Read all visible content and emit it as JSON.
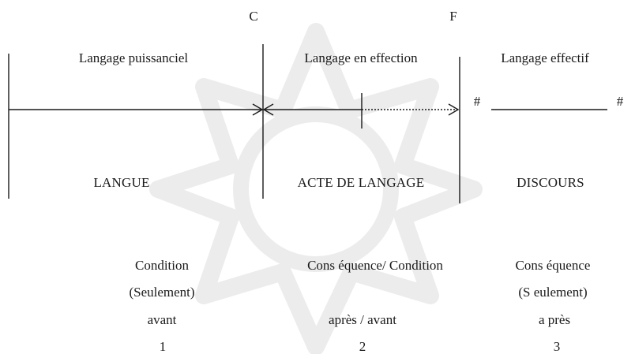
{
  "markers": {
    "c": "C",
    "f": "F"
  },
  "headers": {
    "col1": "Langage puissanciel",
    "col2": "Langage en effection",
    "col3": "Langage effectif"
  },
  "boundary": {
    "left": "#",
    "right": "#"
  },
  "labels": {
    "col1": "LANGUE",
    "col2": "ACTE DE LANGAGE",
    "col3": "DISCOURS"
  },
  "rows": {
    "r1": [
      "Condition",
      "Cons équence/ Condition",
      "Cons équence"
    ],
    "r2": [
      "(Seulement)",
      "",
      "(S eulement)"
    ],
    "r3": [
      "avant",
      "après / avant",
      "a près"
    ],
    "r4": [
      "1",
      "2",
      "3"
    ]
  },
  "colors": {
    "ink": "#1a1a1a",
    "watermark": "#ececec"
  }
}
